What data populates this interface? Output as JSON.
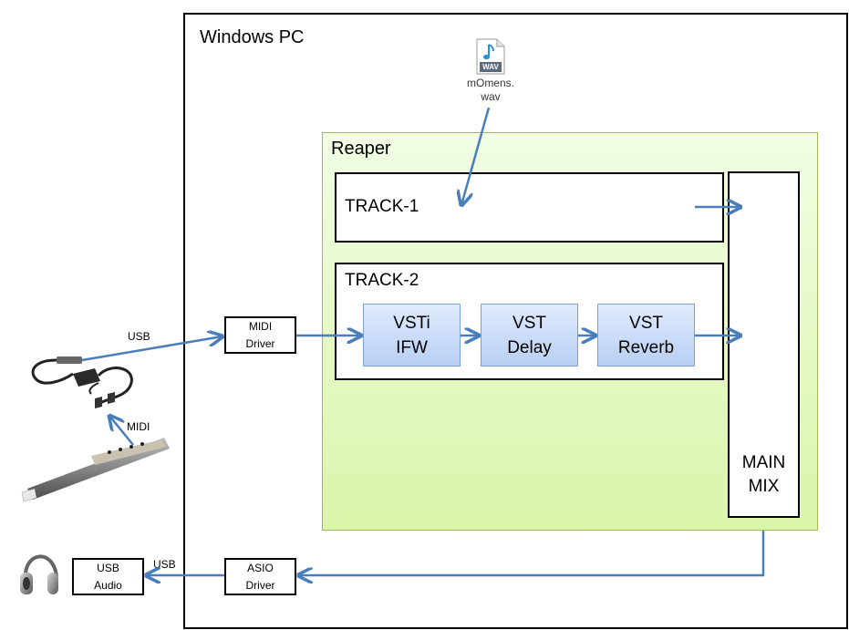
{
  "windows_pc": {
    "title": "Windows PC"
  },
  "wav_file": {
    "icon": "wav-file-icon",
    "badge": "WAV",
    "name_line1": "mOmens.",
    "name_line2": "wav"
  },
  "reaper": {
    "title": "Reaper"
  },
  "track1": {
    "label": "TRACK-1"
  },
  "track2": {
    "label": "TRACK-2"
  },
  "vst_chain": [
    {
      "line1": "VSTi",
      "line2": "IFW"
    },
    {
      "line1": "VST",
      "line2": "Delay"
    },
    {
      "line1": "VST",
      "line2": "Reverb"
    }
  ],
  "main_mix": {
    "line1": "MAIN",
    "line2": "MIX"
  },
  "midi_driver": {
    "line1": "MIDI",
    "line2": "Driver"
  },
  "asio_driver": {
    "line1": "ASIO",
    "line2": "Driver"
  },
  "usb_audio": {
    "line1": "USB",
    "line2": "Audio"
  },
  "connections": {
    "usb_top": "USB",
    "midi": "MIDI",
    "usb_bottom": "USB"
  },
  "colors": {
    "arrow": "#4a7ebb",
    "reaper_bg": "#e8f8cc",
    "reaper_border": "#9bbb59",
    "vst_border": "#7aa0d6"
  }
}
